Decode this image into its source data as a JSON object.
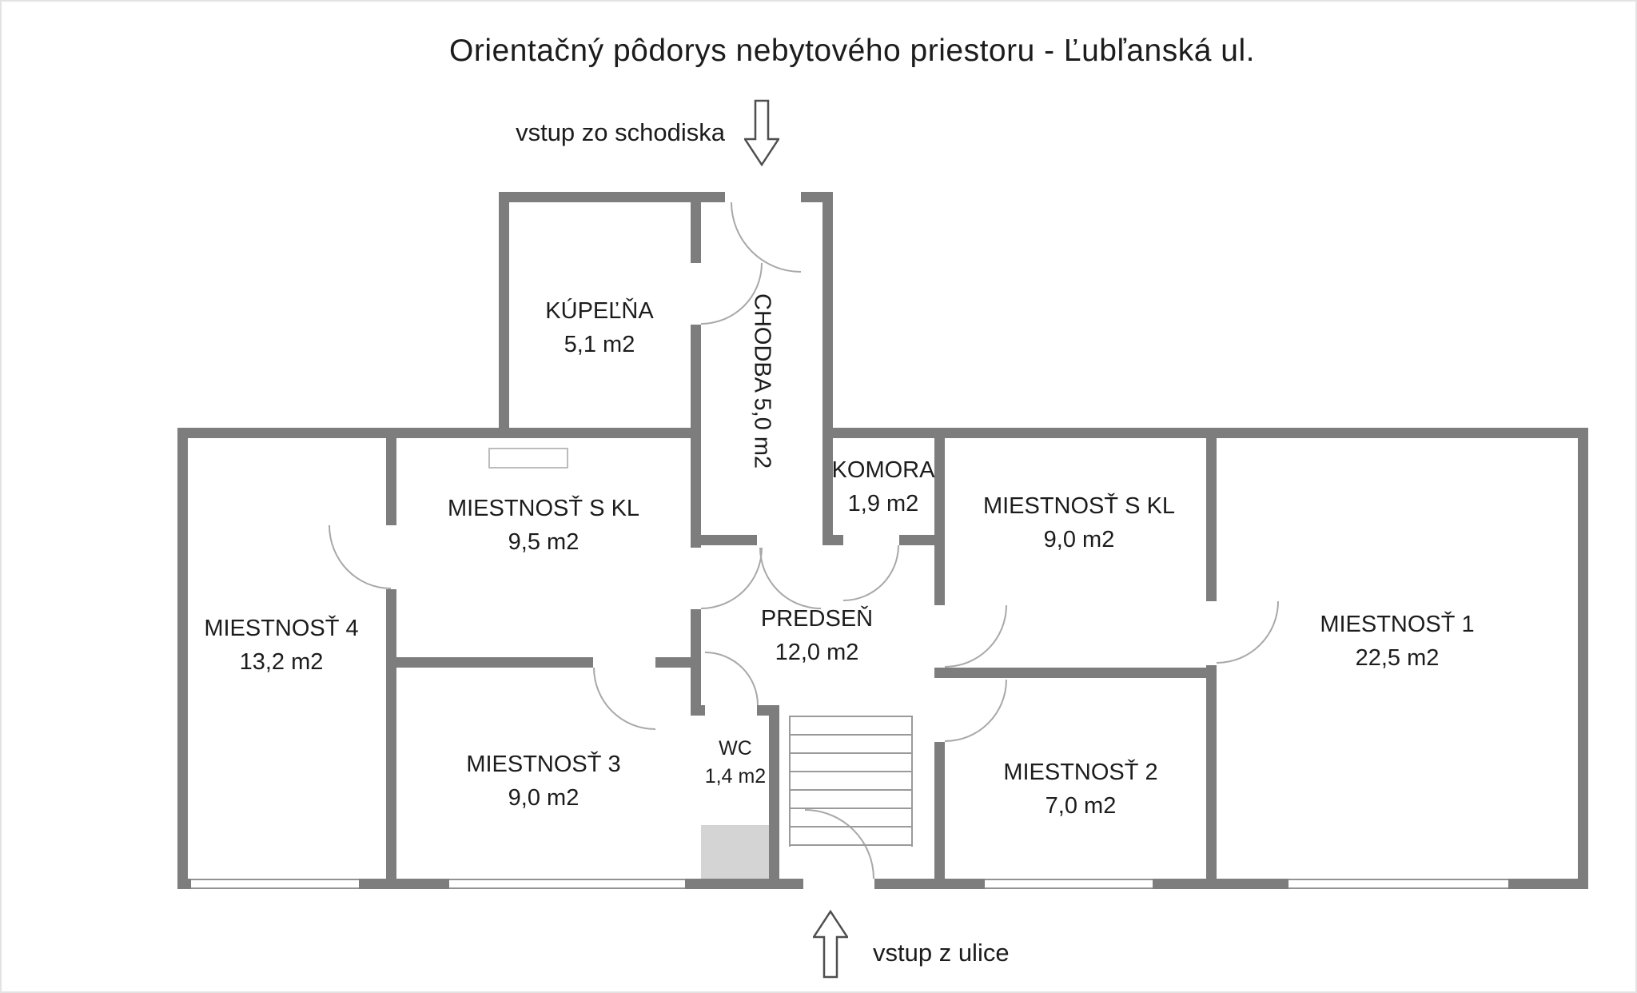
{
  "title": "Orientačný pôdorys nebytového priestoru - Ľubľanská ul.",
  "entrances": {
    "from_staircase": "vstup zo schodiska",
    "from_street": "vstup z ulice"
  },
  "rooms": {
    "kupelna": {
      "name": "KÚPEĽŇA",
      "area": "5,1 m2"
    },
    "chodba": {
      "label": "CHODBA 5,0 m2"
    },
    "komora": {
      "name": "KOMORA",
      "area": "1,9 m2"
    },
    "miestnost_s_kl_left": {
      "name": "MIESTNOSŤ S KL",
      "area": "9,5 m2"
    },
    "miestnost_s_kl_right": {
      "name": "MIESTNOSŤ S KL",
      "area": "9,0 m2"
    },
    "miestnost_4": {
      "name": "MIESTNOSŤ 4",
      "area": "13,2 m2"
    },
    "predsen": {
      "name": "PREDSEŇ",
      "area": "12,0 m2"
    },
    "miestnost_1": {
      "name": "MIESTNOSŤ 1",
      "area": "22,5 m2"
    },
    "miestnost_3": {
      "name": "MIESTNOSŤ 3",
      "area": "9,0 m2"
    },
    "wc": {
      "name": "WC",
      "area": "1,4 m2"
    },
    "miestnost_2": {
      "name": "MIESTNOSŤ 2",
      "area": "7,0 m2"
    }
  },
  "colors": {
    "wall": "#7d7d7d",
    "door_arc": "#a8a8a8",
    "text": "#1c1c1c",
    "shaded_area": "#d4d4d4",
    "background": "#ffffff"
  }
}
